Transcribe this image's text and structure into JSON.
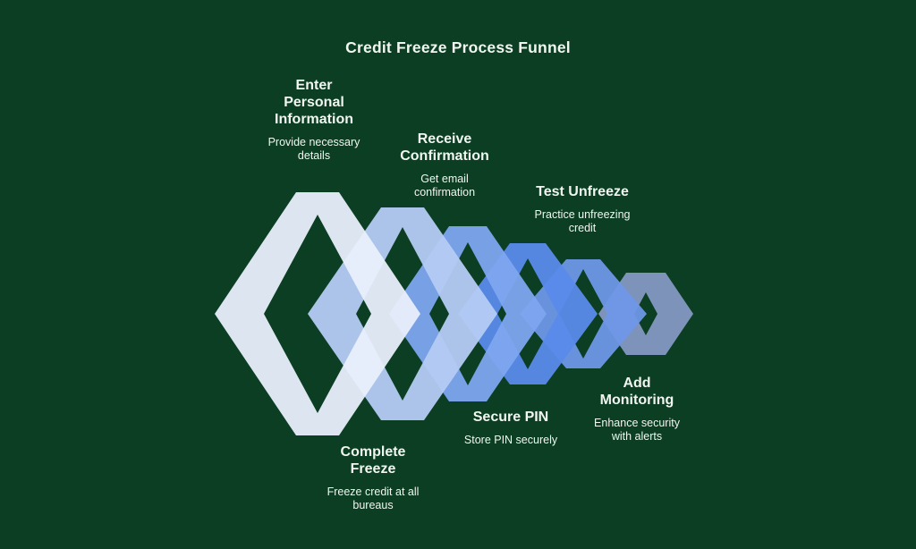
{
  "title": "Credit Freeze Process Funnel",
  "colors": {
    "background": "#0b3e22",
    "title_text": "#f1f6f0",
    "step_text": "#f1f6f0"
  },
  "steps": [
    {
      "id": "enter-personal-information",
      "heading_lines": [
        "Enter",
        "Personal",
        "Information"
      ],
      "sub_lines": [
        "Provide necessary",
        "details"
      ],
      "shape_color": "#e9effc",
      "label_position": "above"
    },
    {
      "id": "complete-freeze",
      "heading_lines": [
        "Complete",
        "Freeze"
      ],
      "sub_lines": [
        "Freeze credit at all",
        "bureaus"
      ],
      "shape_color": "#b5cbf4",
      "label_position": "below"
    },
    {
      "id": "receive-confirmation",
      "heading_lines": [
        "Receive",
        "Confirmation"
      ],
      "sub_lines": [
        "Get email",
        "confirmation"
      ],
      "shape_color": "#7ea5ef",
      "label_position": "above"
    },
    {
      "id": "secure-pin",
      "heading_lines": [
        "Secure PIN"
      ],
      "sub_lines": [
        "Store PIN securely"
      ],
      "shape_color": "#5a8beb",
      "label_position": "below"
    },
    {
      "id": "test-unfreeze",
      "heading_lines": [
        "Test Unfreeze"
      ],
      "sub_lines": [
        "Practice unfreezing",
        "credit"
      ],
      "shape_color": "#6f97e7",
      "label_position": "above"
    },
    {
      "id": "add-monitoring",
      "heading_lines": [
        "Add",
        "Monitoring"
      ],
      "sub_lines": [
        "Enhance security",
        "with alerts"
      ],
      "shape_color": "#8598c3",
      "label_position": "below"
    }
  ]
}
